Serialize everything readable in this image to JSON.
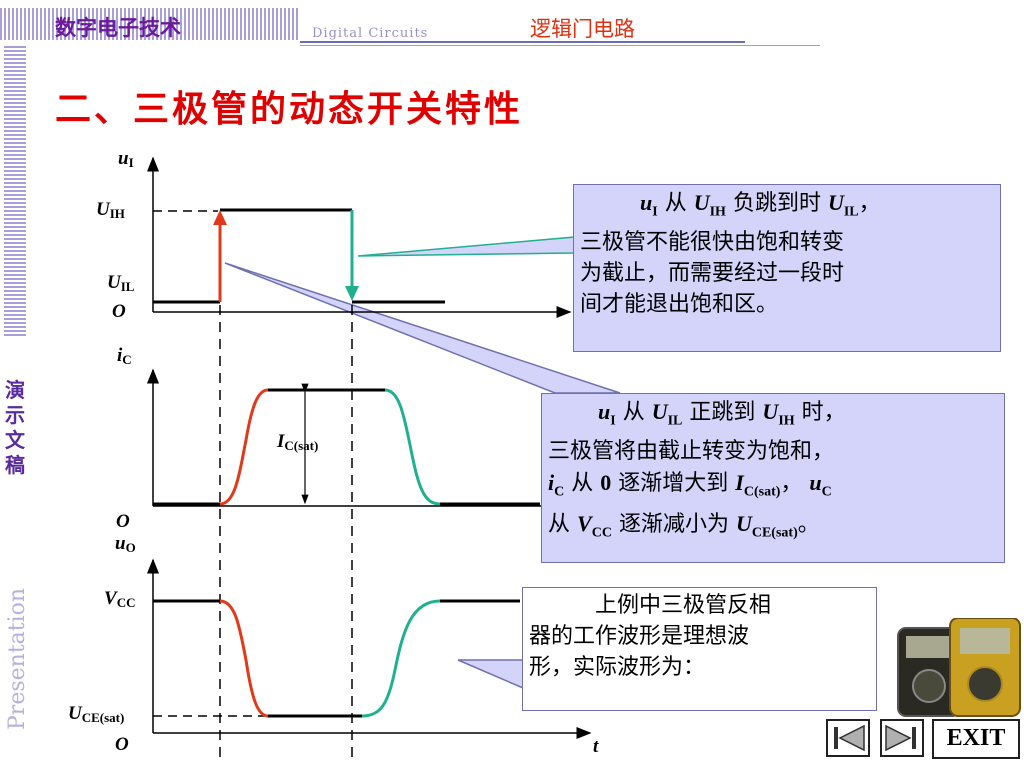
{
  "header": {
    "course_title": "数字电子技术",
    "course_title_en": "Digital  Circuits",
    "chapter": "逻辑门电路"
  },
  "slide": {
    "title": "二、三极管的动态开关特性",
    "side_label_cn": "演示文稿",
    "side_label_en": "Presentation"
  },
  "waveform": {
    "input_axis": {
      "label": "u",
      "sub": "I",
      "high": "U",
      "high_sub": "IH",
      "low": "U",
      "low_sub": "IL",
      "origin": "O"
    },
    "collector_axis": {
      "label": "i",
      "sub": "C",
      "sat": "I",
      "sat_sub": "C(sat)",
      "origin": "O"
    },
    "output_axis": {
      "label": "u",
      "sub": "O",
      "high": "V",
      "high_sub": "CC",
      "low": "U",
      "low_sub": "CE(sat)",
      "origin": "O"
    },
    "time_label": "t"
  },
  "callouts": {
    "off": {
      "l1": [
        "u",
        "I",
        "从",
        "U",
        "IH",
        "负跳到时",
        "U",
        "IL",
        "，"
      ],
      "l2": "三极管不能很快由饱和转变",
      "l3": "为截止，而需要经过一段时",
      "l4": "间才能退出饱和区。"
    },
    "on": {
      "l1": [
        "u",
        "I",
        "从",
        "U",
        "IL",
        "正跳到",
        "U",
        "IH",
        "时，"
      ],
      "l2": "三极管将由截止转变为饱和，",
      "l3": [
        "i",
        "C",
        "从",
        "0",
        "逐渐增大到",
        "I",
        "C(sat)",
        "，",
        "u",
        "C"
      ],
      "l4": [
        "从",
        "V",
        "CC",
        "逐渐减小为",
        "U",
        "CE(sat)",
        "。"
      ]
    },
    "note": {
      "l1": "上例中三极管反相",
      "l2": "器的工作波形是理想波",
      "l3": "形，实际波形为："
    }
  },
  "nav": {
    "exit_label": "EXIT"
  },
  "colors": {
    "title": "#e00000",
    "rise": "#e03a1a",
    "fall": "#20b090",
    "callout_bg": "#d4d4fa",
    "header_purple": "#6a1a9a"
  }
}
